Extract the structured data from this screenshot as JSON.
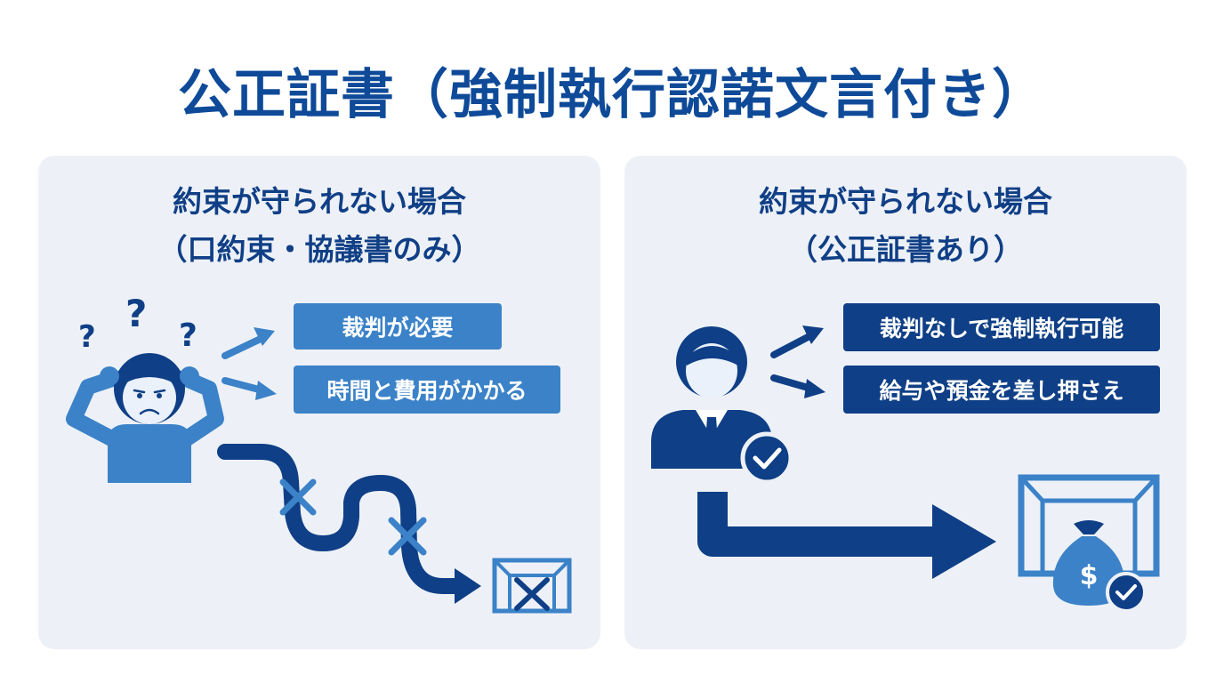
{
  "title": "公正証書（強制執行認諾文言付き）",
  "colors": {
    "primary": "#0e4a98",
    "dark_navy": "#0f3f86",
    "light_blue": "#3b82c8",
    "panel_bg": "#edf1f7"
  },
  "left_panel": {
    "heading_line1": "約束が守られない場合",
    "heading_line2": "（口約束・協議書のみ）",
    "labels": [
      "裁判が必要",
      "時間と費用がかかる"
    ],
    "icons": [
      "confused-person-icon",
      "question-mark-icon",
      "arrow-right-icon",
      "winding-path-icon",
      "cross-mark-icon",
      "blocked-goal-icon"
    ]
  },
  "right_panel": {
    "heading_line1": "約束が守られない場合",
    "heading_line2": "（公正証書あり）",
    "labels": [
      "裁判なしで強制執行可能",
      "給与や預金を差し押さえ"
    ],
    "icons": [
      "businessman-icon",
      "check-badge-icon",
      "arrow-right-icon",
      "straight-path-arrow-icon",
      "goal-icon",
      "money-bag-icon"
    ]
  }
}
